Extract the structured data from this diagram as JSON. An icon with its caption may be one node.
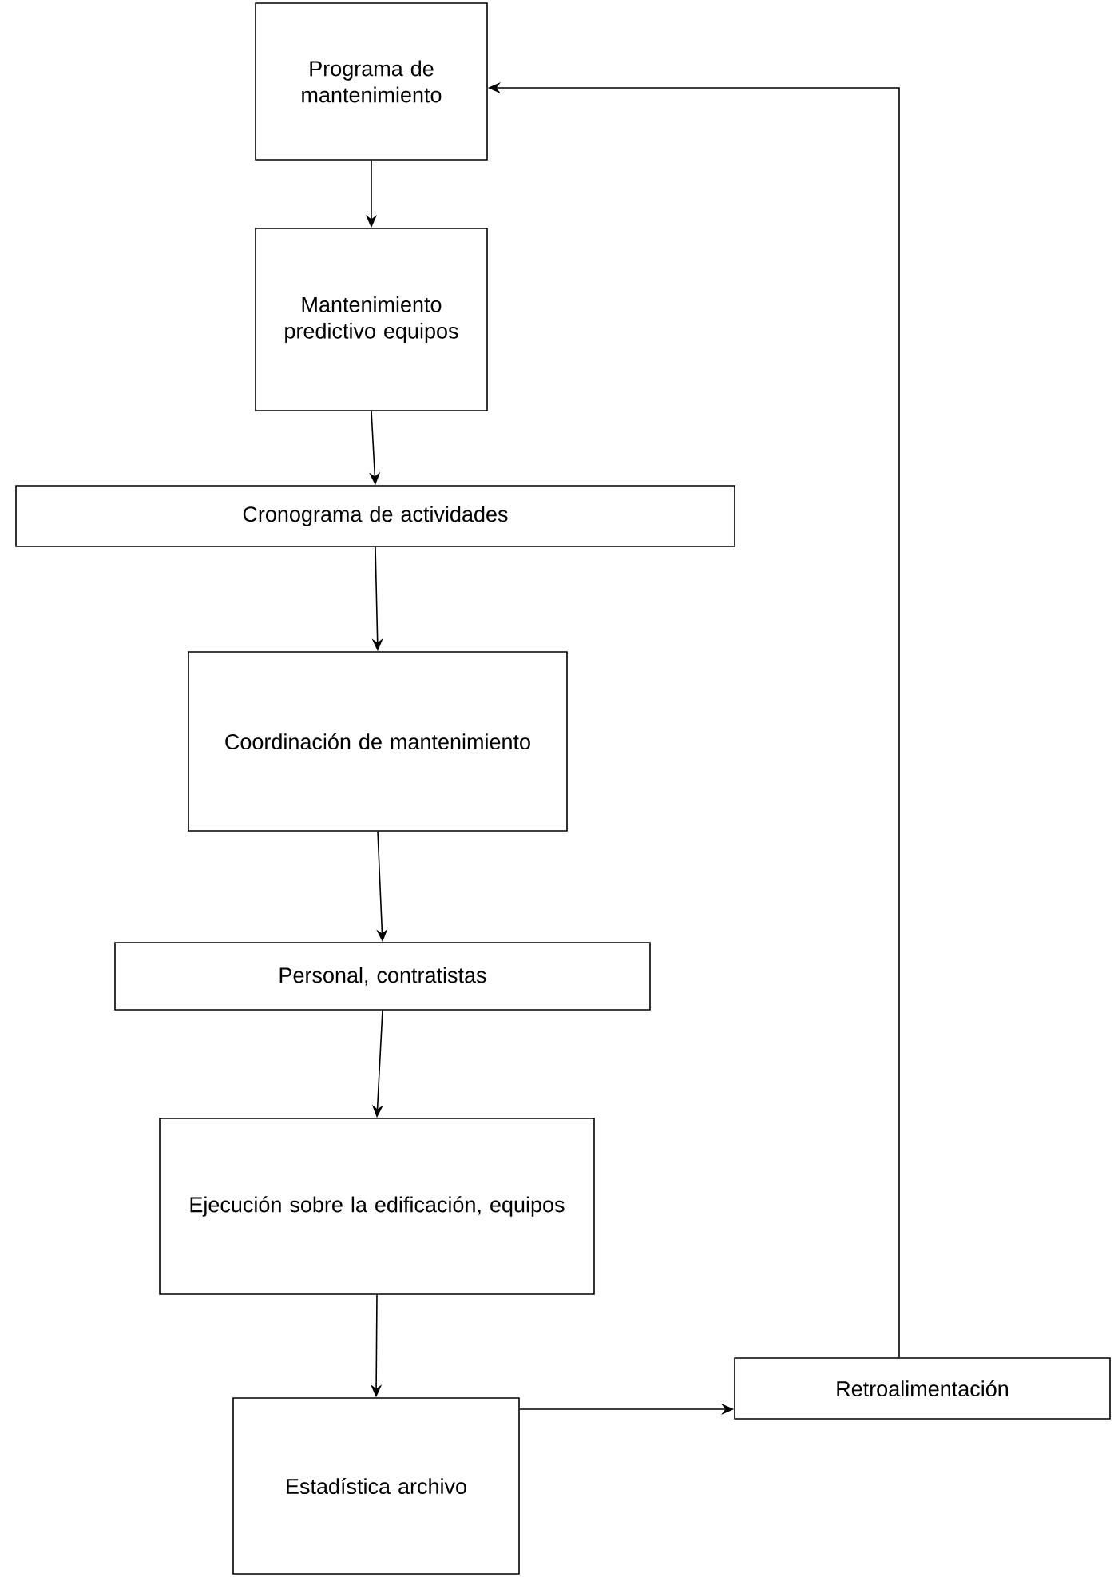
{
  "diagram": {
    "nodes": [
      {
        "text": [
          "Programa de mantenimiento"
        ]
      },
      {
        "text": [
          "Mantenimiento predictivo equipos"
        ]
      },
      {
        "text": [
          "Cronograma de actividades"
        ]
      },
      {
        "text": [
          "Coordinación de mantenimiento"
        ]
      },
      {
        "text": [
          "Personal, contratistas"
        ]
      },
      {
        "text": [
          "Ejecución sobre la edificación, equipos"
        ]
      },
      {
        "text": [
          "Estadística archivo"
        ]
      },
      {
        "text": [
          "Retroalimentación"
        ]
      }
    ],
    "edges": [
      {
        "from": 0,
        "to": 1,
        "arrow": "to"
      },
      {
        "from": 1,
        "to": 2,
        "arrow": "to"
      },
      {
        "from": 2,
        "to": 3,
        "arrow": "to"
      },
      {
        "from": 3,
        "to": 4,
        "arrow": "to"
      },
      {
        "from": 4,
        "to": 5,
        "arrow": "to"
      },
      {
        "from": 5,
        "to": 6,
        "arrow": "to"
      },
      {
        "from": 6,
        "to": 7,
        "arrow": "to"
      },
      {
        "from": 7,
        "to": 0,
        "arrow": "to"
      }
    ]
  }
}
